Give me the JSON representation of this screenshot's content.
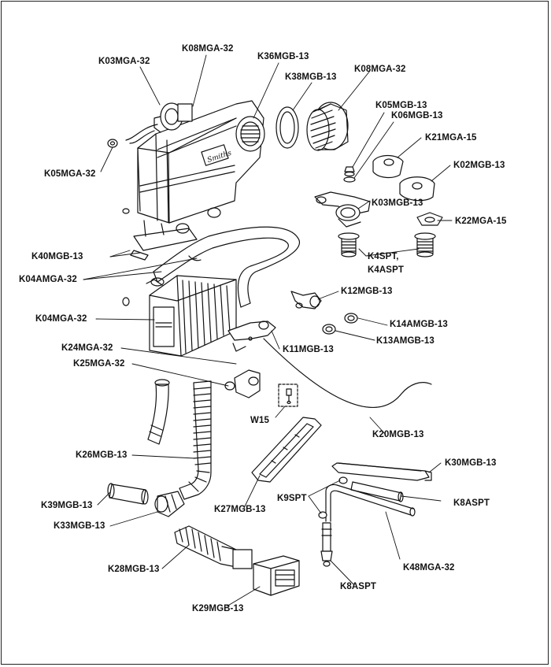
{
  "labels": {
    "K03MGA_32": "K03MGA-32",
    "K08MGA_32_a": "K08MGA-32",
    "K36MGB_13": "K36MGB-13",
    "K38MGB_13": "K38MGB-13",
    "K08MGA_32_b": "K08MGA-32",
    "K05MGB_13": "K05MGB-13",
    "K06MGB_13": "K06MGB-13",
    "K21MGA_15": "K21MGA-15",
    "K05MGA_32": "K05MGA-32",
    "K02MGB_13": "K02MGB-13",
    "K03MGB_13": "K03MGB-13",
    "K22MGA_15": "K22MGA-15",
    "K40MGB_13": "K40MGB-13",
    "K4SPT_1": "K4SPT,",
    "K4SPT_2": "K4ASPT",
    "K04AMGA_32": "K04AMGA-32",
    "K12MGB_13": "K12MGB-13",
    "K04MGA_32": "K04MGA-32",
    "K14AMGB_13": "K14AMGB-13",
    "K13AMGB_13": "K13AMGB-13",
    "K24MGA_32": "K24MGA-32",
    "K11MGB_13": "K11MGB-13",
    "K25MGA_32": "K25MGA-32",
    "W15": "W15",
    "K20MGB_13": "K20MGB-13",
    "K26MGB_13": "K26MGB-13",
    "K30MGB_13": "K30MGB-13",
    "K9SPT": "K9SPT",
    "K8ASPT_a": "K8ASPT",
    "K39MGB_13": "K39MGB-13",
    "K27MGB_13": "K27MGB-13",
    "K33MGB_13": "K33MGB-13",
    "K48MGA_32": "K48MGA-32",
    "K28MGB_13": "K28MGB-13",
    "K8ASPT_b": "K8ASPT",
    "K29MGB_13": "K29MGB-13"
  },
  "colors": {
    "ink": "#111111",
    "background": "#ffffff"
  }
}
